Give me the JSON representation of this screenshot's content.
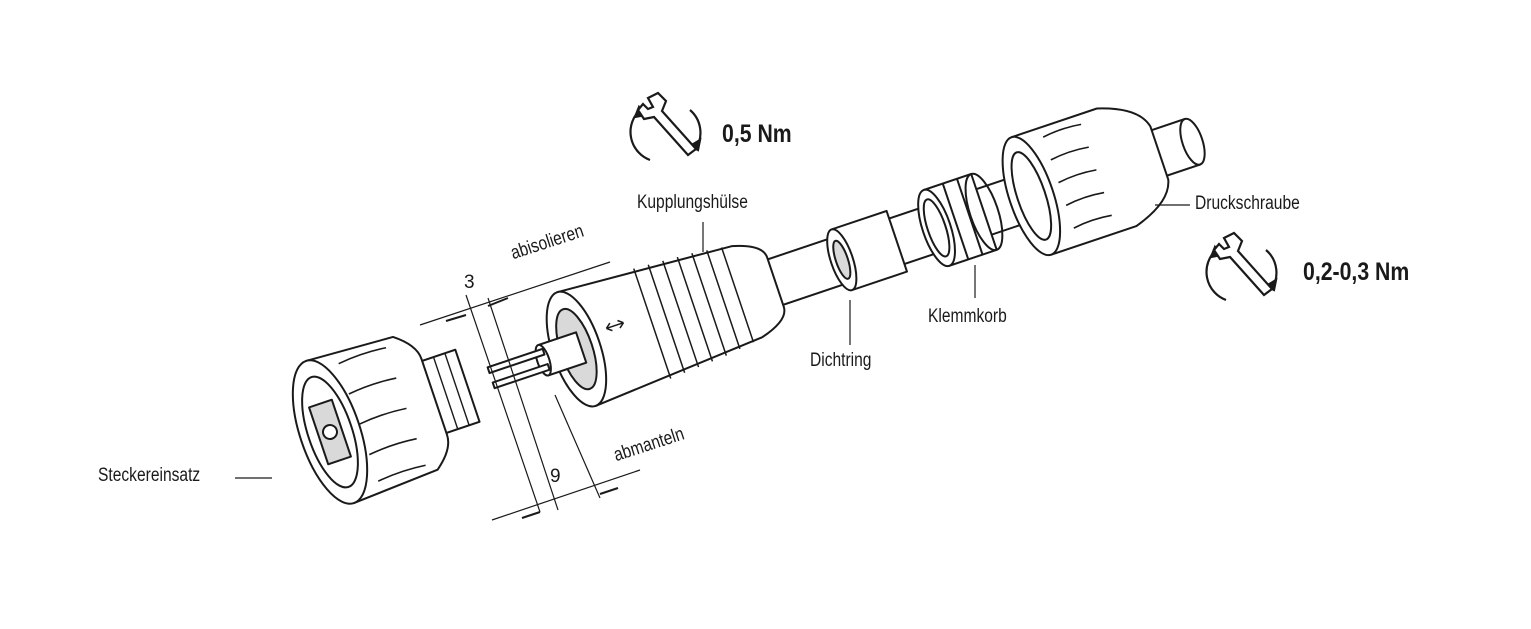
{
  "parts": {
    "coupling_sleeve": "Kupplungshülse",
    "sealing_ring": "Dichtring",
    "clamp_basket": "Klemmkorb",
    "pressure_screw": "Druckschraube",
    "plug_insert": "Steckereinsatz"
  },
  "torques": {
    "coupling": "0,5 Nm",
    "pressure_screw": "0,2-0,3 Nm"
  },
  "dimensions": {
    "strip_label": "abisolieren",
    "strip_value": "3",
    "sheath_label": "abmanteln",
    "sheath_value": "9"
  },
  "icons": [
    "wrench-torque-icon",
    "wrench-torque-icon"
  ],
  "colors": {
    "line": "#1a1a1a",
    "fill": "#ffffff",
    "shade": "#d9d9d9"
  }
}
